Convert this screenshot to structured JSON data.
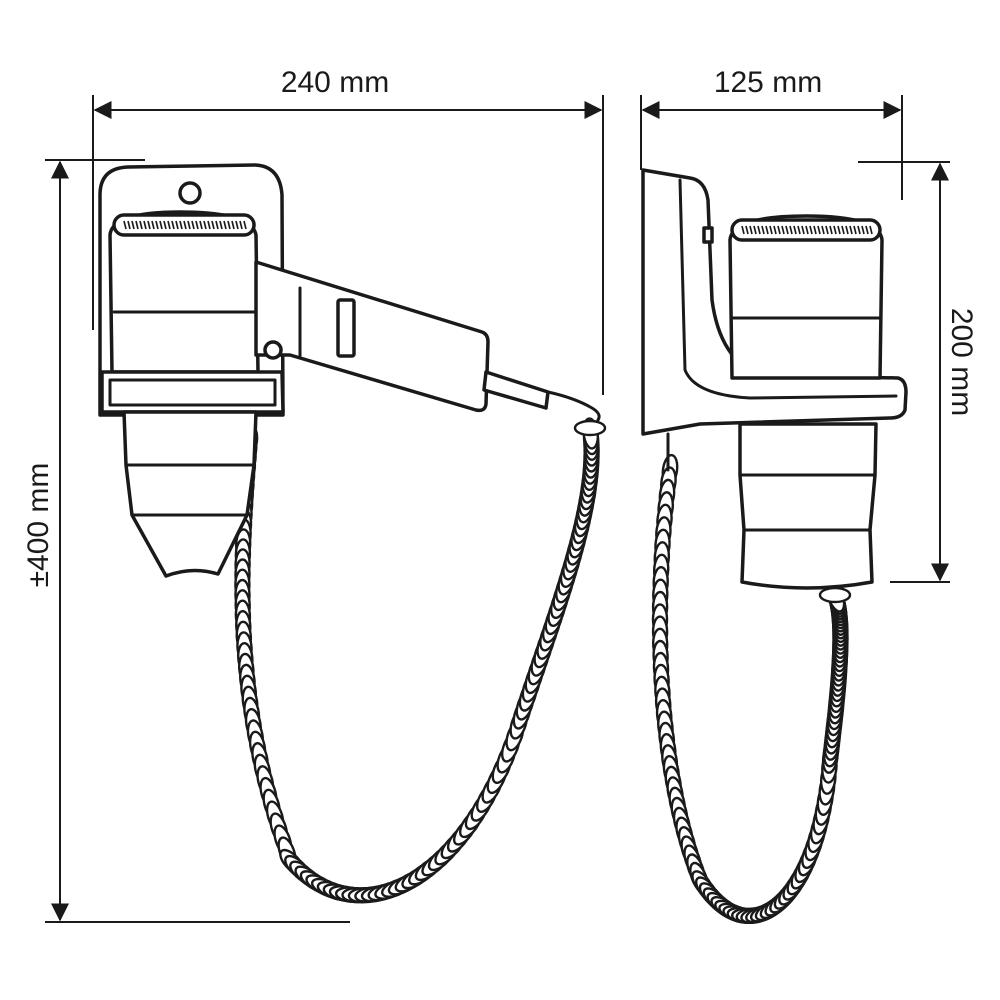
{
  "dimensions": {
    "width_front": "240 mm",
    "depth_side": "125 mm",
    "height_total": "±400 mm",
    "height_dryer": "200 mm"
  }
}
